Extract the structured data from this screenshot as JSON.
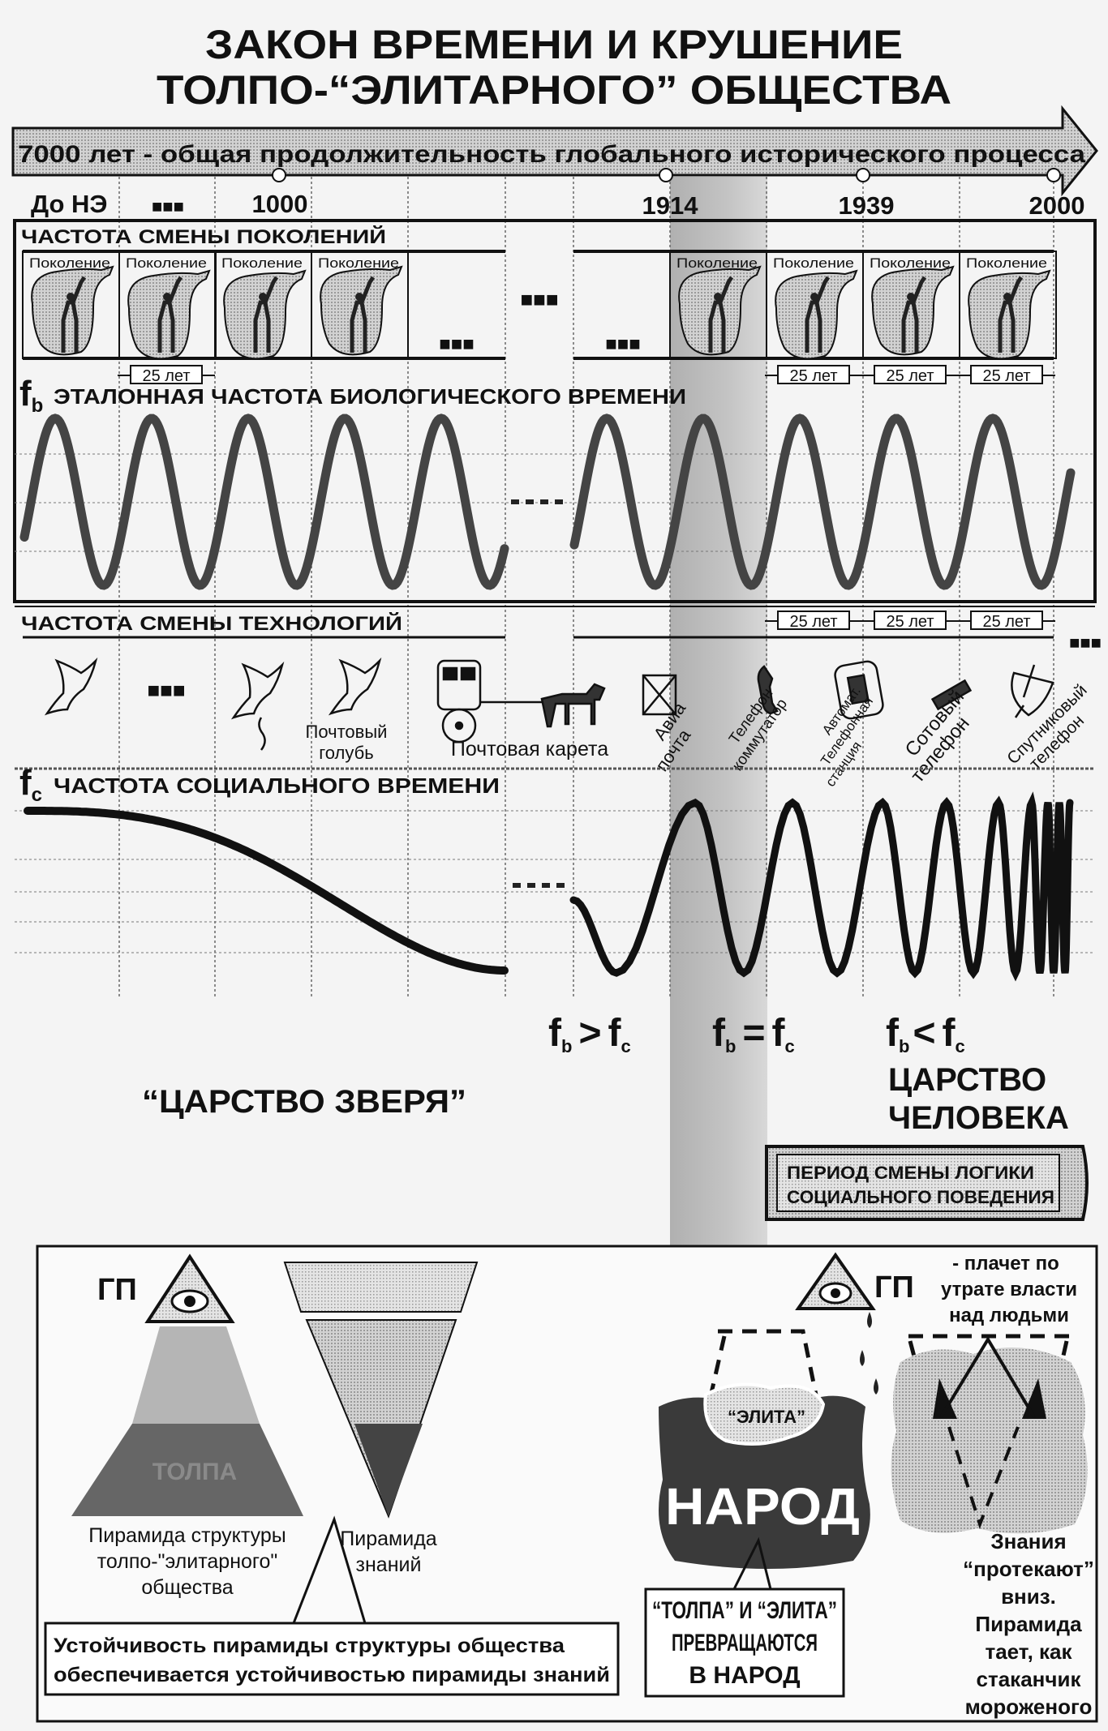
{
  "title": {
    "line1": "ЗАКОН ВРЕМЕНИ И КРУШЕНИЕ",
    "line2": "ТОЛПО-“ЭЛИТАРНОГО” ОБЩЕСТВА"
  },
  "timeline": {
    "arrow_text": "7000 лет - общая продолжительность глобального исторического процесса",
    "years": [
      "До НЭ",
      "1000",
      "1914",
      "1939",
      "2000"
    ],
    "ellipsis": "■■■"
  },
  "generations": {
    "header": "ЧАСТОТА СМЕНЫ ПОКОЛЕНИЙ",
    "cell_label": "Поколение",
    "interval": "25 лет",
    "ellipsis": "■■■"
  },
  "bio_time": {
    "symbol": "f",
    "sub": "b",
    "label": "ЭТАЛОННАЯ ЧАСТОТА БИОЛОГИЧЕСКОГО ВРЕМЕНИ"
  },
  "technology": {
    "header": "ЧАСТОТА СМЕНЫ ТЕХНОЛОГИЙ",
    "interval": "25 лет",
    "ellipsis": "■■■",
    "pigeon": [
      "Почтовый",
      "голубь"
    ],
    "carriage": "Почтовая карета",
    "air_mail": [
      "Авиа",
      "почта"
    ],
    "switchboard": [
      "Телефон",
      "коммутатор"
    ],
    "exchange": [
      "Автомат.",
      "Телефонная",
      "станция"
    ],
    "cellular": [
      "Сотовый",
      "телефон"
    ],
    "satellite": [
      "Спутниковый",
      "телефон"
    ]
  },
  "social_time": {
    "symbol": "f",
    "sub": "c",
    "label": "ЧАСТОТА СОЦИАЛЬНОГО ВРЕМЕНИ"
  },
  "comparisons": {
    "f": "f",
    "b": "b",
    "c": "c",
    "gt": ">",
    "eq": "=",
    "lt": "<"
  },
  "kingdoms": {
    "beast": "“ЦАРСТВО ЗВЕРЯ”",
    "human": [
      "ЦАРСТВО",
      "ЧЕЛОВЕКА"
    ]
  },
  "period_box": [
    "ПЕРИОД СМЕНЫ ЛОГИКИ",
    "СОЦИАЛЬНОГО ПОВЕДЕНИЯ"
  ],
  "bottom": {
    "gp": "ГП",
    "crowd": "ТОЛПА",
    "society_pyramid": [
      "Пирамида структуры",
      "толпо-\"элитарного\"",
      "общества"
    ],
    "knowledge_pyramid": [
      "Пирамида",
      "знаний"
    ],
    "stability": [
      "Устойчивость пирамиды структуры общества",
      "обеспечивается устойчивостью пирамиды знаний"
    ],
    "crying": [
      "- плачет по",
      "утрате власти",
      "над людьми"
    ],
    "elite": "“ЭЛИТА”",
    "people": "НАРОД",
    "transform": [
      "“ТОЛПА” И “ЭЛИТА”",
      "ПРЕВРАЩАЮТСЯ",
      "В НАРОД"
    ],
    "melting": [
      "Знания",
      "“протекают”",
      "вниз.",
      "Пирамида",
      "тает, как",
      "стаканчик",
      "мороженого"
    ]
  },
  "colors": {
    "band": "#b8b8b8",
    "ink": "#111111",
    "light": "#c8c8c8",
    "dark": "#555555"
  }
}
